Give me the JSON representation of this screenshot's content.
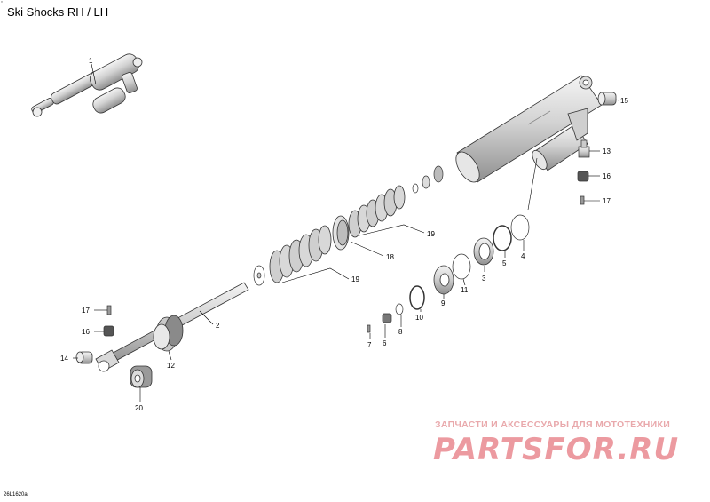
{
  "title": "Ski Shocks RH / LH",
  "drawing_code": "26L1620a",
  "corner_mark": "*",
  "watermark": {
    "tagline": "ЗАПЧАСТИ И АКСЕССУАРЫ ДЛЯ МОТОТЕХНИКИ",
    "logo": "PARTSFOR.RU"
  },
  "callouts": [
    {
      "label": "1"
    },
    {
      "label": "2"
    },
    {
      "label": "3"
    },
    {
      "label": "4"
    },
    {
      "label": "5"
    },
    {
      "label": "6"
    },
    {
      "label": "7"
    },
    {
      "label": "8"
    },
    {
      "label": "9"
    },
    {
      "label": "10"
    },
    {
      "label": "11"
    },
    {
      "label": "12"
    },
    {
      "label": "13"
    },
    {
      "label": "14"
    },
    {
      "label": "15"
    },
    {
      "label": "16"
    },
    {
      "label": "16"
    },
    {
      "label": "17"
    },
    {
      "label": "17"
    },
    {
      "label": "18"
    },
    {
      "label": "19"
    },
    {
      "label": "19"
    },
    {
      "label": "20"
    }
  ]
}
